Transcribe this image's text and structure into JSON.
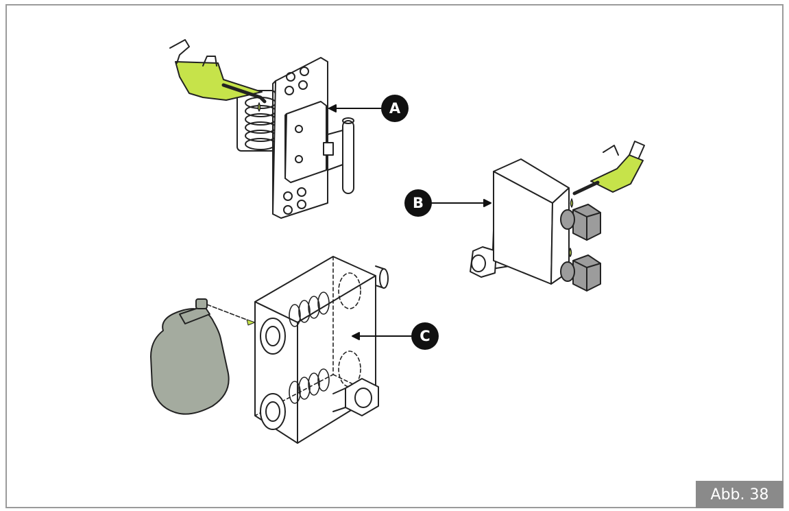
{
  "callouts": {
    "a": "A",
    "b": "B",
    "c": "C"
  },
  "figure_label": "Abb. 38",
  "colors": {
    "oil_accent": "#c6e34a",
    "callout_fill": "#111111",
    "spray_bottle": "#a4ab9f",
    "bolt_grey": "#9c9c9c",
    "label_bg": "#8a8a8a",
    "frame": "#9a9a9a"
  }
}
